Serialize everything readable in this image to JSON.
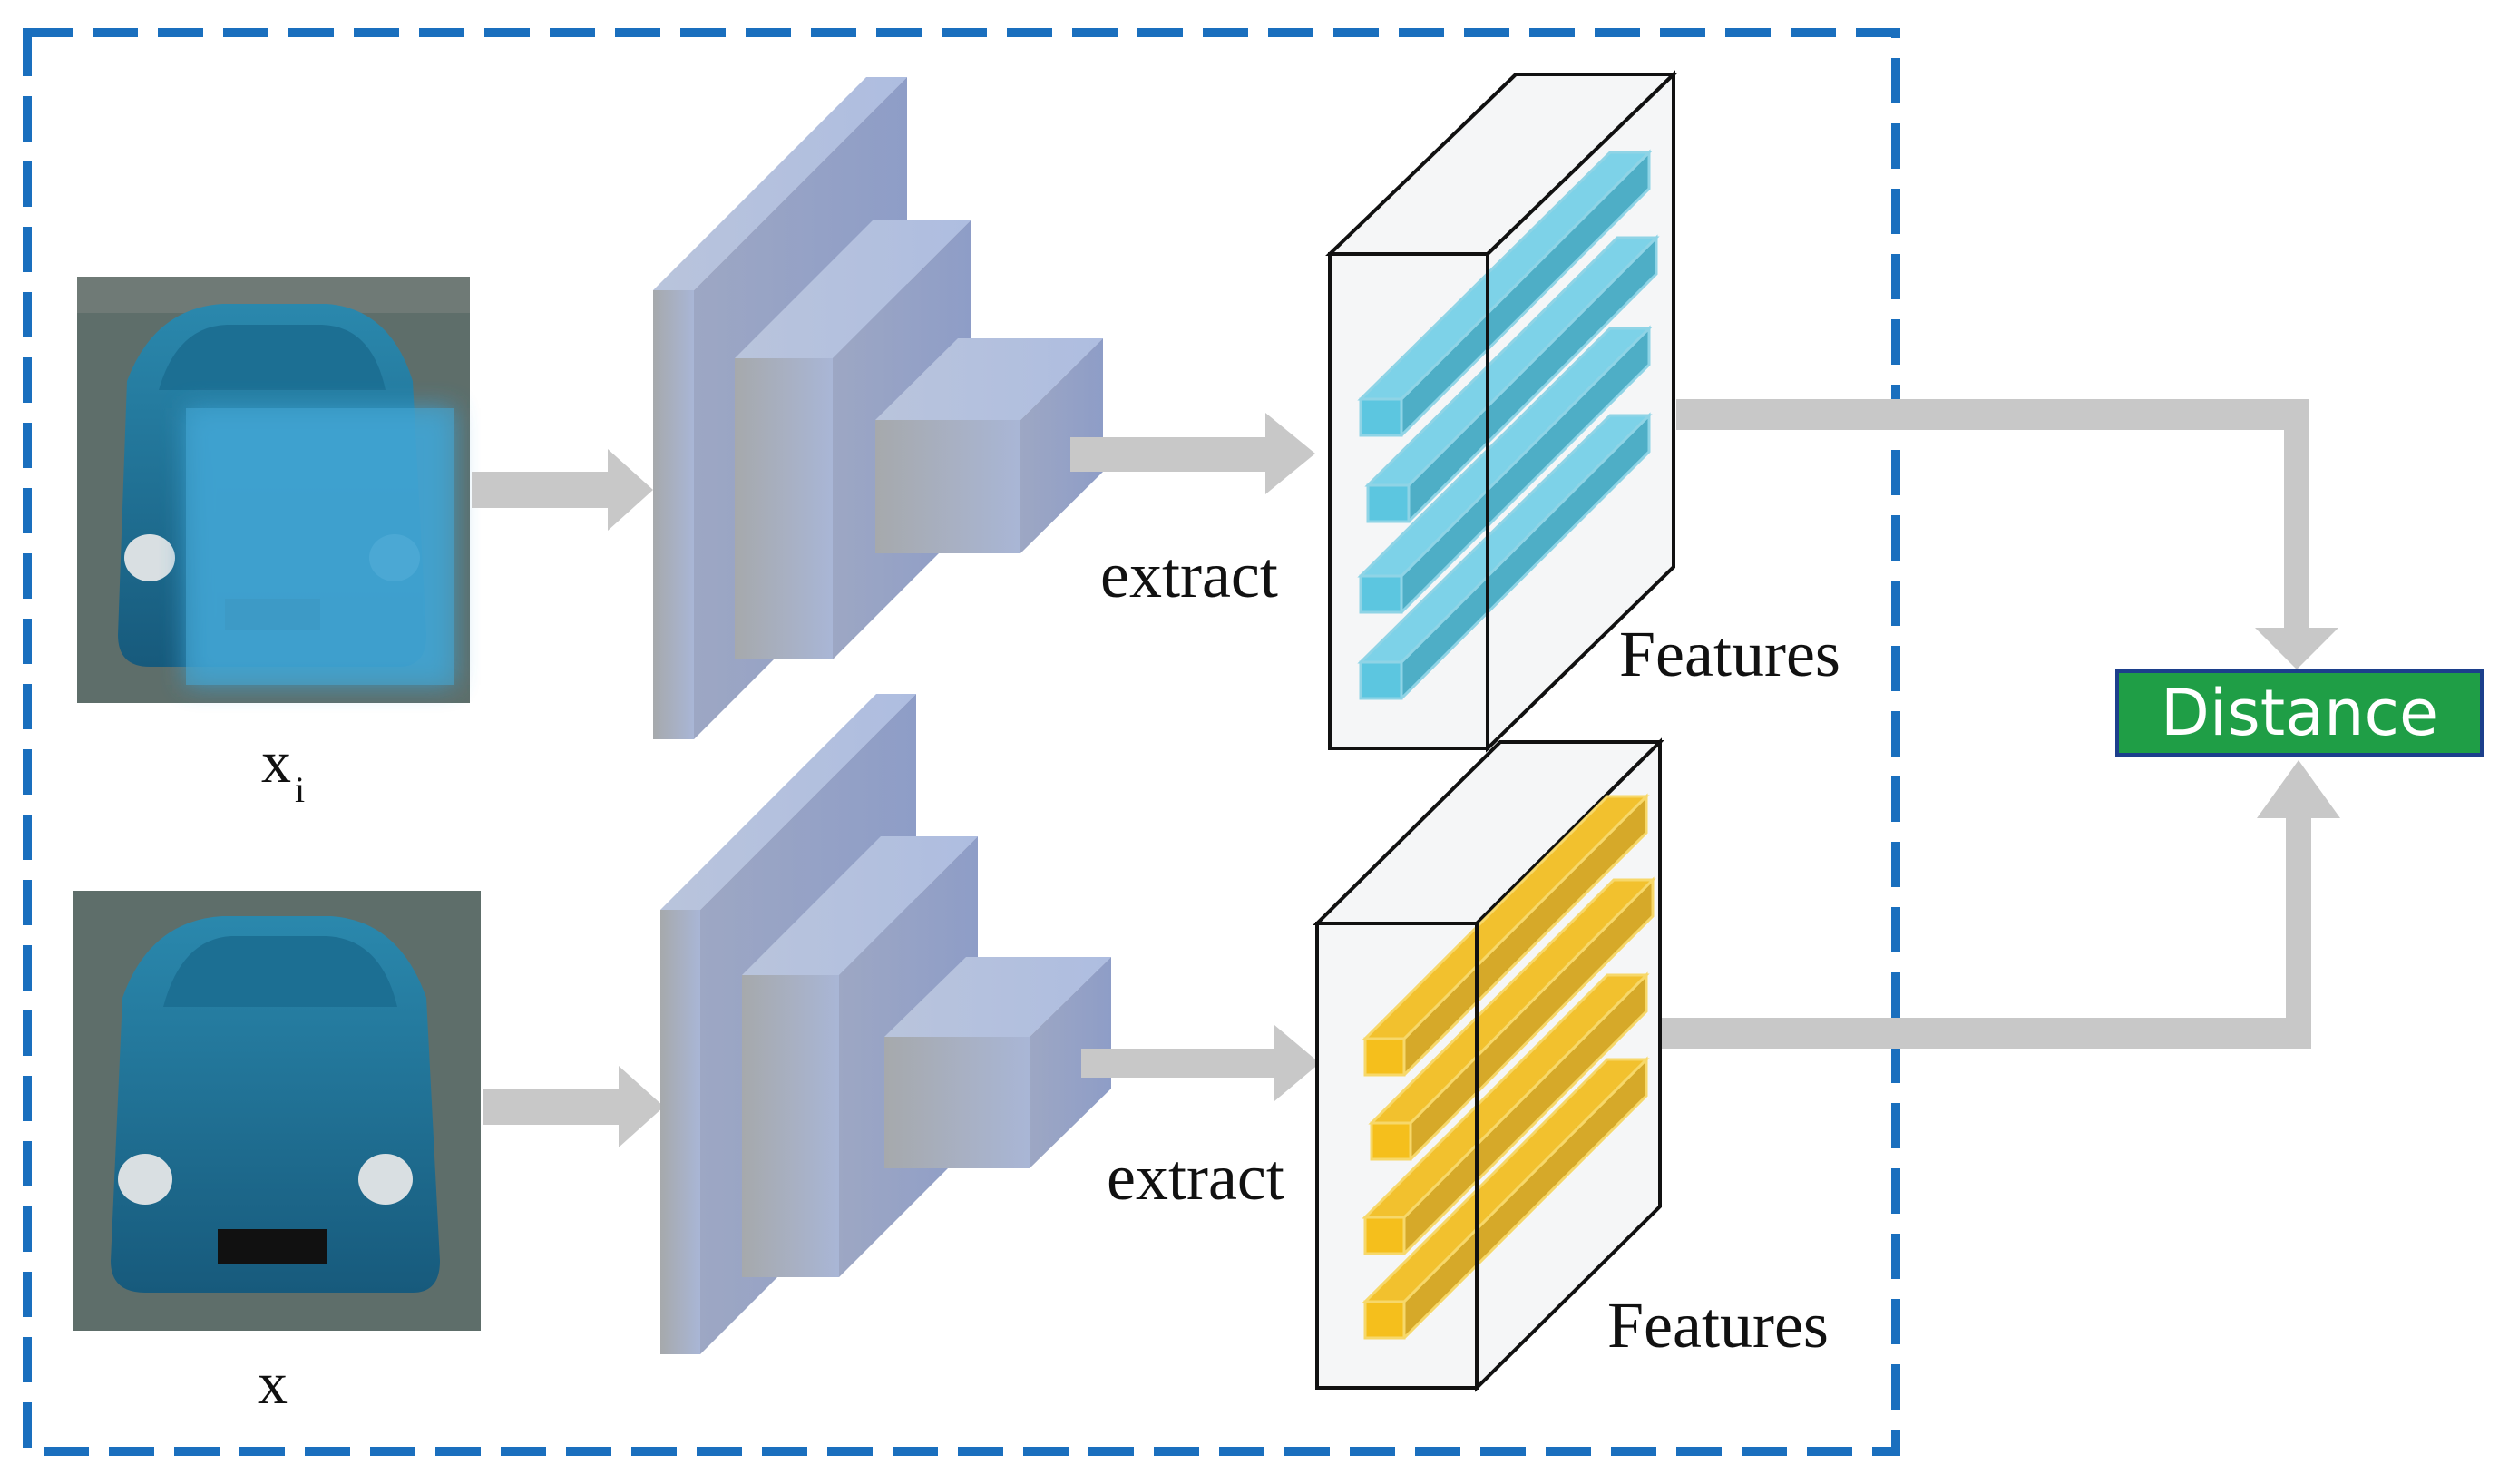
{
  "labels": {
    "image_top_main": "x",
    "image_top_sub": "i",
    "image_bottom": "x",
    "extract_top": "extract",
    "extract_bottom": "extract",
    "features_top": "Features",
    "features_bottom": "Features",
    "distance": "Distance"
  },
  "colors": {
    "frame_dash": "#1a6fbe",
    "arrow": "#c8c8c8",
    "feature_top": "#5cc6e0",
    "feature_bottom": "#f2c12e",
    "distance_fill": "#1f9e46",
    "distance_border": "#1c3f8c",
    "car_body": "#1f6f95"
  }
}
